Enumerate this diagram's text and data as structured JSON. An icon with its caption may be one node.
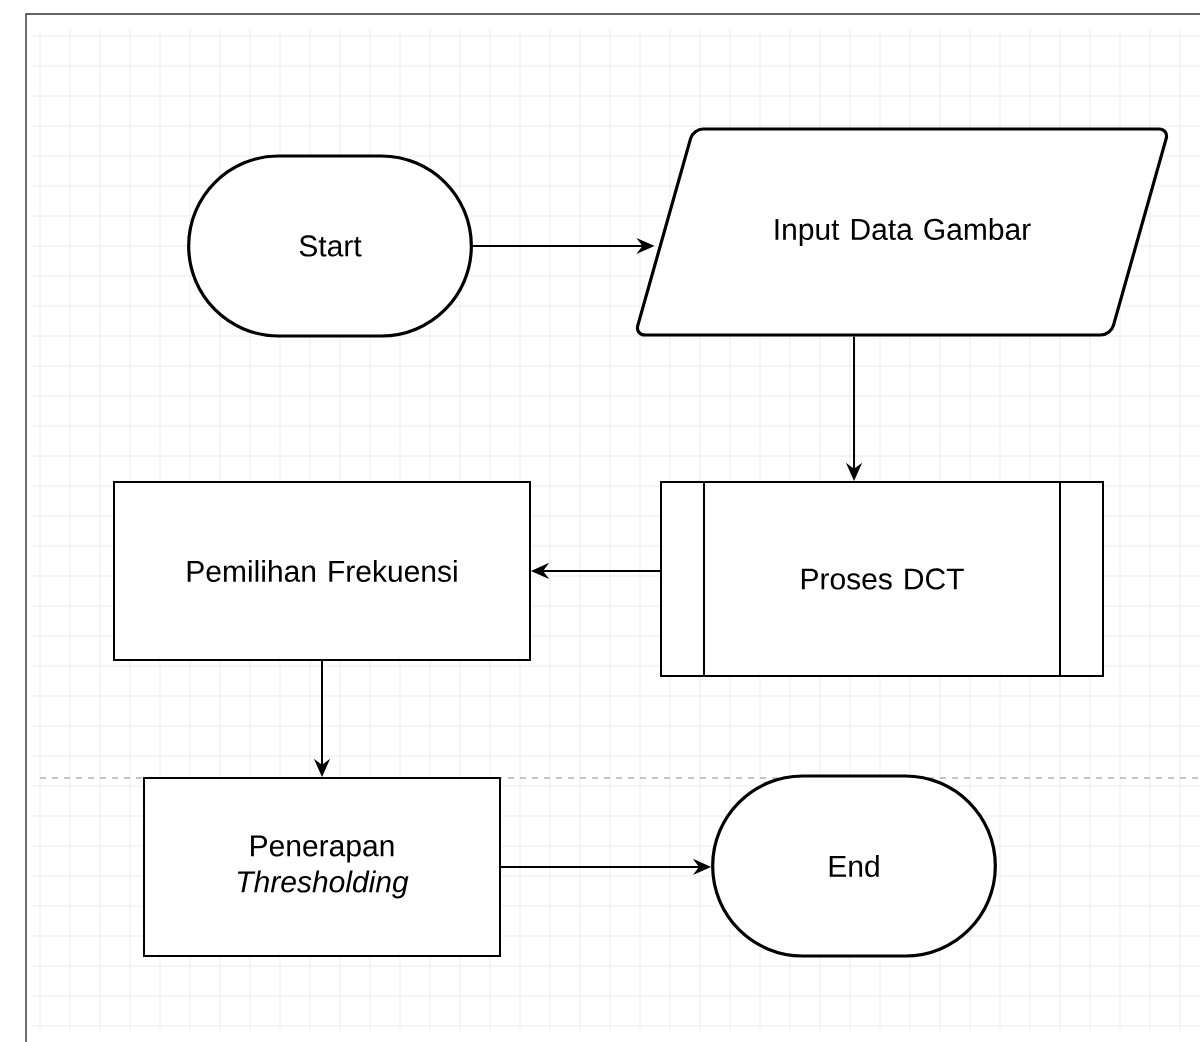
{
  "diagram": {
    "nodes": [
      {
        "text": [
          "Start"
        ]
      },
      {
        "text": [
          "Input Data Gambar"
        ]
      },
      {
        "text": [
          "Proses DCT"
        ]
      },
      {
        "text": [
          "Pemilihan Frekuensi"
        ]
      },
      {
        "text": [
          "Penerapan *Thresholding*"
        ]
      },
      {
        "text": [
          "End"
        ]
      }
    ],
    "edges": [
      {
        "from": 0,
        "to": 1,
        "arrow": "to"
      },
      {
        "from": 1,
        "to": 2,
        "arrow": "to"
      },
      {
        "from": 2,
        "to": 3,
        "arrow": "to"
      },
      {
        "from": 3,
        "to": 4,
        "arrow": "to"
      },
      {
        "from": 4,
        "to": 5,
        "arrow": "to"
      }
    ]
  }
}
